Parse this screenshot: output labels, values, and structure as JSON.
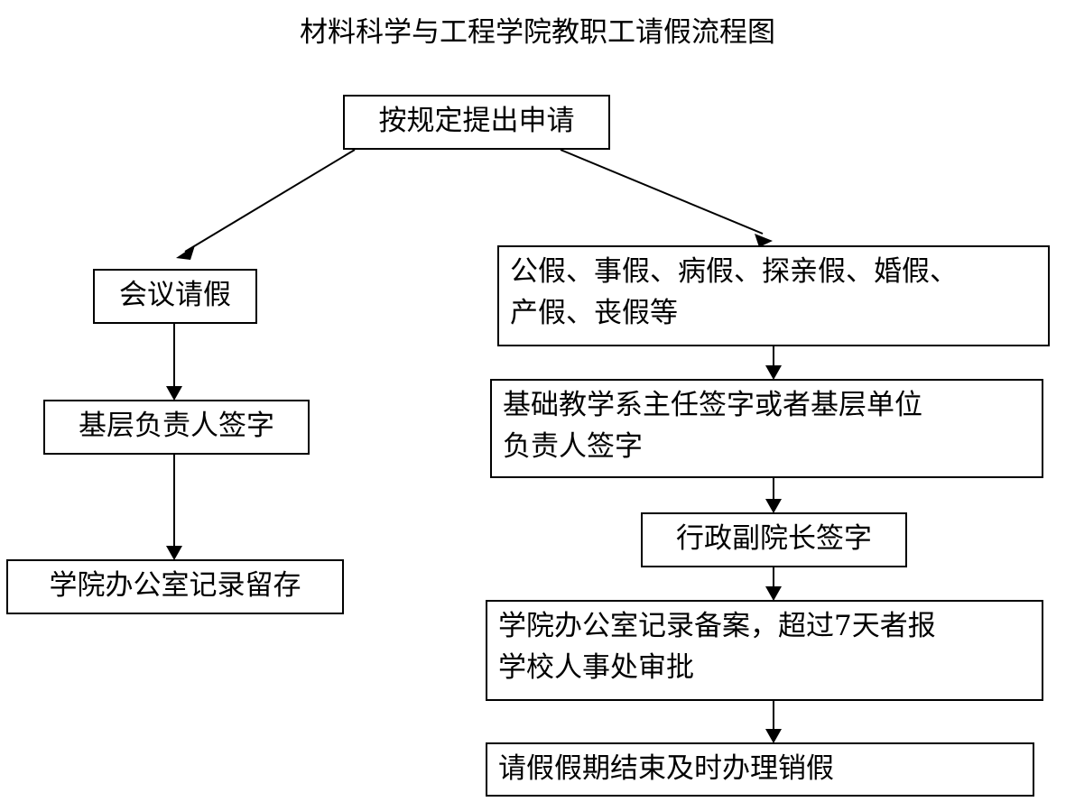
{
  "page": {
    "title": "材料科学与工程学院教职工请假流程图",
    "background_color": "#ffffff",
    "line_color": "#000000",
    "text_color": "#000000"
  },
  "flowchart": {
    "type": "flowchart",
    "orientation": "top-down-split",
    "nodes": [
      {
        "id": "start",
        "label": "按规定提出申请",
        "branch": "root",
        "align": "center"
      },
      {
        "id": "meeting-leave",
        "label": "会议请假",
        "branch": "left",
        "align": "center"
      },
      {
        "id": "grassroots-sign",
        "label": "基层负责人签字",
        "branch": "left",
        "align": "center"
      },
      {
        "id": "office-record-keep",
        "label": "学院办公室记录留存",
        "branch": "left",
        "align": "center"
      },
      {
        "id": "leave-types",
        "label": "公假、事假、病假、探亲假、婚假、\n产假、丧假等",
        "branch": "right",
        "align": "left"
      },
      {
        "id": "dept-head-sign",
        "label": "基础教学系主任签字或者基层单位\n负责人签字",
        "branch": "right",
        "align": "left"
      },
      {
        "id": "vice-dean-sign",
        "label": "行政副院长签字",
        "branch": "right",
        "align": "center"
      },
      {
        "id": "office-record-file",
        "label": "学院办公室记录备案，超过7天者报\n学校人事处审批",
        "branch": "right",
        "align": "left"
      },
      {
        "id": "end-leave",
        "label": "请假假期结束及时办理销假",
        "branch": "right",
        "align": "left"
      }
    ],
    "edges": [
      {
        "from": "start",
        "to": "meeting-leave",
        "style": "diagonal-arrow"
      },
      {
        "from": "start",
        "to": "leave-types",
        "style": "diagonal-arrow"
      },
      {
        "from": "meeting-leave",
        "to": "grassroots-sign",
        "style": "vertical-arrow"
      },
      {
        "from": "grassroots-sign",
        "to": "office-record-keep",
        "style": "vertical-arrow"
      },
      {
        "from": "leave-types",
        "to": "dept-head-sign",
        "style": "vertical-arrow"
      },
      {
        "from": "dept-head-sign",
        "to": "vice-dean-sign",
        "style": "vertical-arrow"
      },
      {
        "from": "vice-dean-sign",
        "to": "office-record-file",
        "style": "vertical-arrow"
      },
      {
        "from": "office-record-file",
        "to": "end-leave",
        "style": "vertical-arrow"
      }
    ]
  }
}
